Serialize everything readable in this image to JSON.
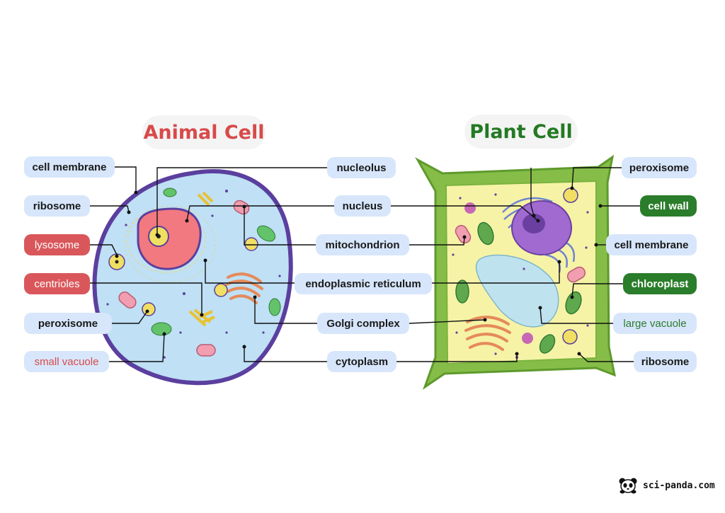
{
  "titles": {
    "animal": {
      "text": "Animal Cell",
      "color": "#d84a4a"
    },
    "plant": {
      "text": "Plant Cell",
      "color": "#237a23"
    }
  },
  "animal_labels": {
    "cell_membrane": "cell membrane",
    "ribosome": "ribosome",
    "lysosome": "lysosome",
    "centrioles": "centrioles",
    "peroxisome": "peroxisome",
    "small_vacuole": "small vacuole"
  },
  "shared_labels": {
    "nucleolus": "nucleolus",
    "nucleus": "nucleus",
    "mitochondrion": "mitochondrion",
    "endoplasmic_reticulum": "endoplasmic reticulum",
    "golgi_complex": "Golgi complex",
    "cytoplasm": "cytoplasm"
  },
  "plant_labels": {
    "peroxisome": "peroxisome",
    "cell_wall": "cell wall",
    "cell_membrane": "cell membrane",
    "chloroplast": "chloroplast",
    "large_vacuole": "large vacuole",
    "ribosome": "ribosome"
  },
  "brand": {
    "text": "sci-panda.com",
    "logo_icon": "panda-icon"
  },
  "colors": {
    "animal_cytoplasm": "#bfe0f5",
    "animal_membrane": "#5b3f9e",
    "plant_wall": "#7ab33f",
    "plant_cytoplasm": "#f6f3a6",
    "nucleus_animal": "#f2797f",
    "nucleus_plant": "#a06ad0",
    "label_blue": "#d7e6fb",
    "label_red": "#d9575a",
    "label_green": "#2a7d2a"
  }
}
